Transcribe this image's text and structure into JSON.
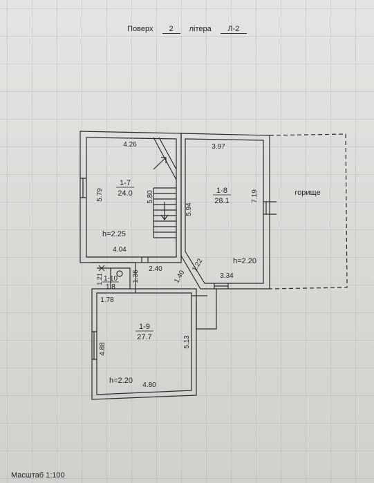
{
  "header": {
    "floor_label": "Поверх",
    "floor_value": "2",
    "letter_label": "літера",
    "letter_value": "Л-2"
  },
  "scale_text": "Масштаб 1:100",
  "rooms": {
    "r17": {
      "number": "1-7",
      "area": "24.0",
      "height": "h=2.25"
    },
    "r18": {
      "number": "1-8",
      "area": "28.1",
      "height": "h=2.20"
    },
    "r19": {
      "number": "1-9",
      "area": "27.7",
      "height": "h=2.20"
    },
    "r110": {
      "number": "1-10",
      "area": "1.8"
    }
  },
  "attic_label": "горище",
  "dimensions": {
    "d426": "4.26",
    "d397": "3.97",
    "d579": "5.79",
    "d580": "5.80",
    "d594": "5.94",
    "d719": "7.19",
    "d404": "4.04",
    "d240": "2.40",
    "d136": "1.36",
    "d121": "1.21",
    "d122": "1.22",
    "d140": "1.40",
    "d334": "3.34",
    "d178": "1.78",
    "d488": "4.88",
    "d513": "5.13",
    "d480": "4.80"
  }
}
